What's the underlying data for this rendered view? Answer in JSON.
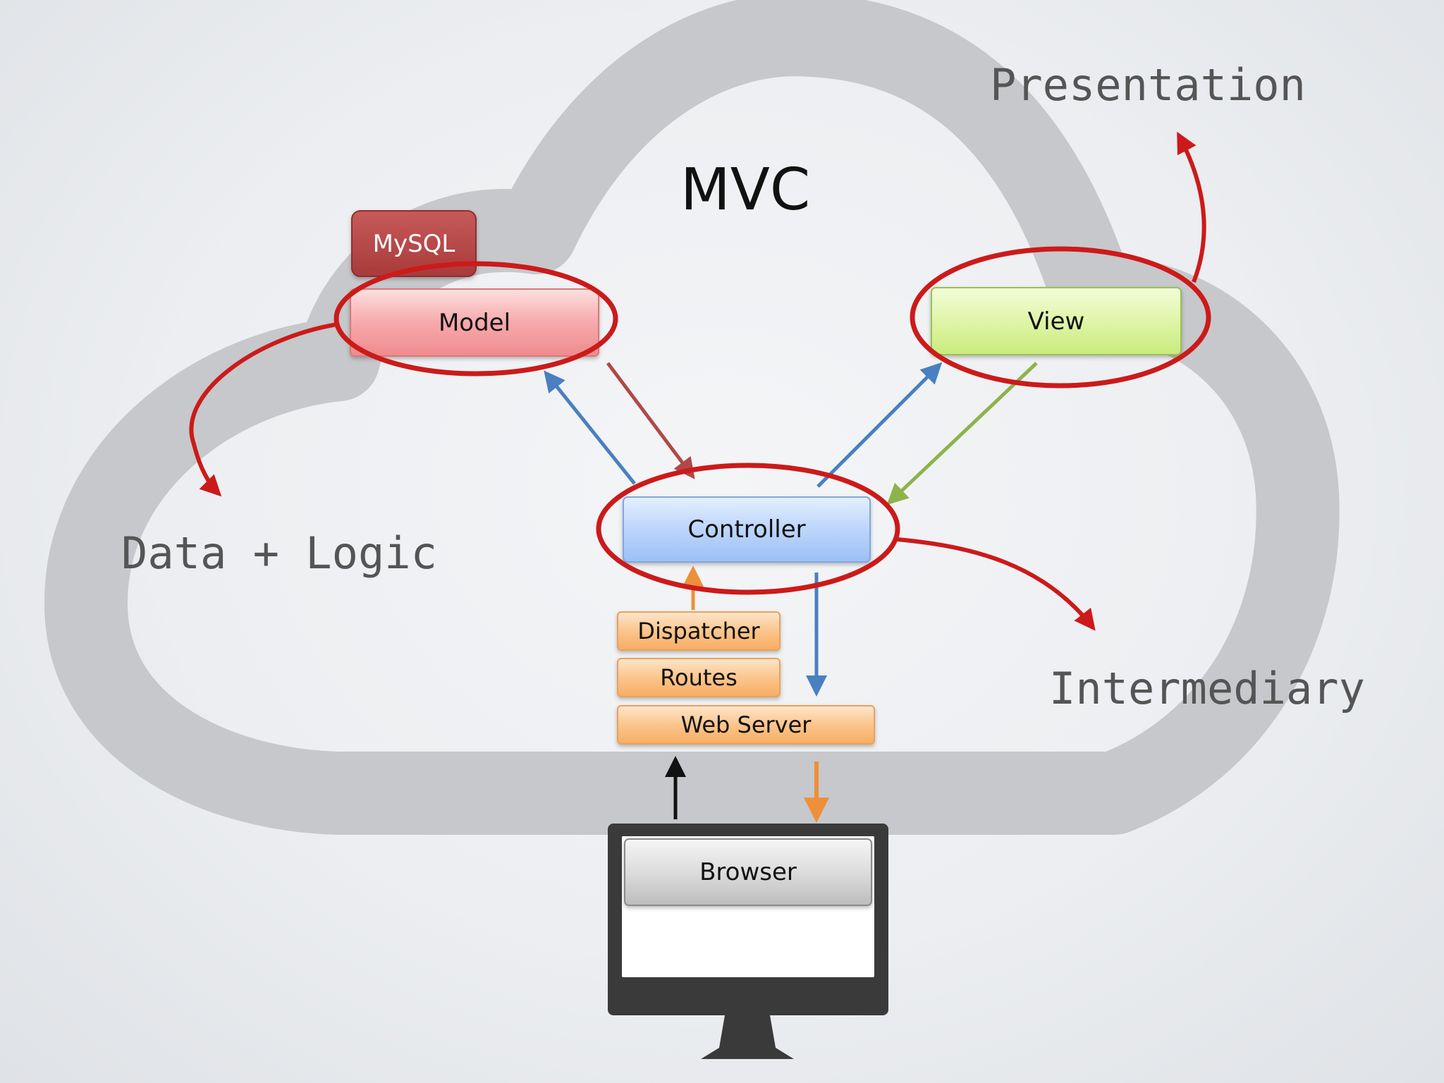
{
  "title": "MVC",
  "boxes": {
    "mysql": "MySQL",
    "model": "Model",
    "view": "View",
    "controller": "Controller",
    "dispatcher": "Dispatcher",
    "routes": "Routes",
    "web_server": "Web Server",
    "browser": "Browser"
  },
  "annotations": {
    "presentation": "Presentation",
    "data_logic": "Data + Logic",
    "intermediary": "Intermediary"
  },
  "colors": {
    "cloud": "#c6c8cb",
    "annotation_red": "#cc1a1a",
    "arrow_blue": "#4a7fc0",
    "arrow_red": "#b04848",
    "arrow_green": "#8db34a",
    "arrow_orange": "#ee8f3a",
    "monitor": "#3a3a3a"
  }
}
